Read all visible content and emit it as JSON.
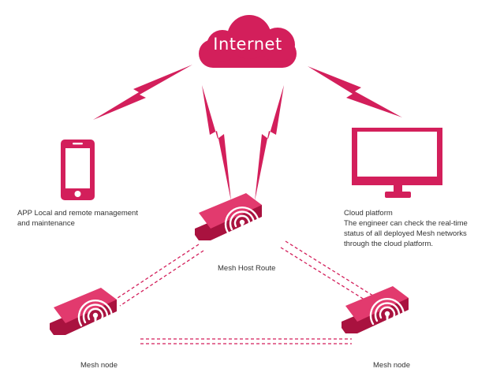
{
  "colors": {
    "accent": "#d31f5b",
    "node_top": "#e23a6e",
    "node_side": "#a9123f",
    "text": "#333333",
    "background": "#ffffff"
  },
  "cloud": {
    "label": "Internet"
  },
  "app": {
    "line1": "APP  Local and remote management",
    "line2": "and maintenance"
  },
  "cloud_platform": {
    "title": "Cloud platform",
    "line1": "The engineer can check the real-time",
    "line2": "status of all deployed Mesh networks",
    "line3": "through the cloud platform."
  },
  "host": {
    "label": "Mesh Host Route"
  },
  "nodes": [
    {
      "label": "Mesh node"
    },
    {
      "label": "Mesh node"
    }
  ],
  "icons": [
    "cloud-icon",
    "smartphone-icon",
    "monitor-icon",
    "lightning-icon",
    "router-icon",
    "wifi-icon"
  ]
}
